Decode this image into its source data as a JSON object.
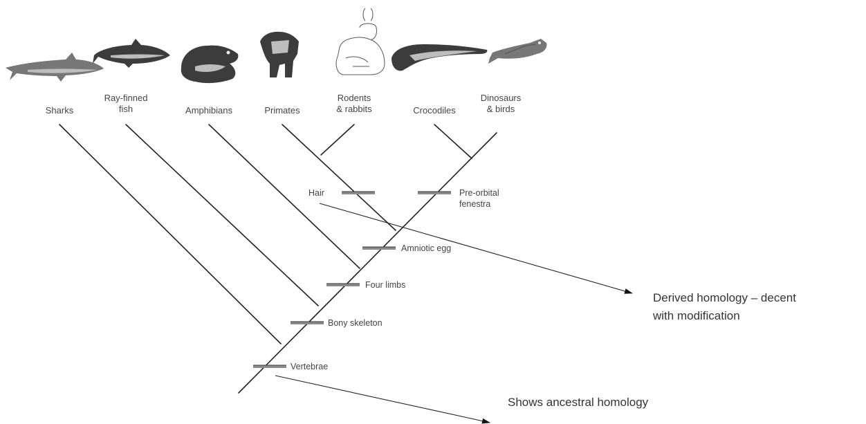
{
  "taxa": [
    {
      "id": "sharks",
      "lines": [
        "Sharks"
      ],
      "icon": "shark-icon"
    },
    {
      "id": "ray-finned-fish",
      "lines": [
        "Ray-finned",
        "fish"
      ],
      "icon": "fish-icon"
    },
    {
      "id": "amphibians",
      "lines": [
        "Amphibians"
      ],
      "icon": "frog-icon"
    },
    {
      "id": "primates",
      "lines": [
        "Primates"
      ],
      "icon": "gorilla-icon"
    },
    {
      "id": "rodents-rabbits",
      "lines": [
        "Rodents",
        "& rabbits"
      ],
      "icon": "rabbit-icon"
    },
    {
      "id": "crocodiles",
      "lines": [
        "Crocodiles"
      ],
      "icon": "crocodile-icon"
    },
    {
      "id": "dinosaurs-birds",
      "lines": [
        "Dinosaurs",
        "& birds"
      ],
      "icon": "bird-icon"
    }
  ],
  "traits": {
    "hair": [
      "Hair"
    ],
    "pre_orbital": [
      "Pre-orbital",
      "fenestra"
    ],
    "amniotic_egg": [
      "Amniotic egg"
    ],
    "four_limbs": [
      "Four limbs"
    ],
    "bony_skeleton": [
      "Bony skeleton"
    ],
    "vertebrae": [
      "Vertebrae"
    ]
  },
  "annotations": {
    "derived": [
      "Derived homology – decent",
      "with modification"
    ],
    "ancestral": [
      "Shows ancestral homology"
    ]
  }
}
